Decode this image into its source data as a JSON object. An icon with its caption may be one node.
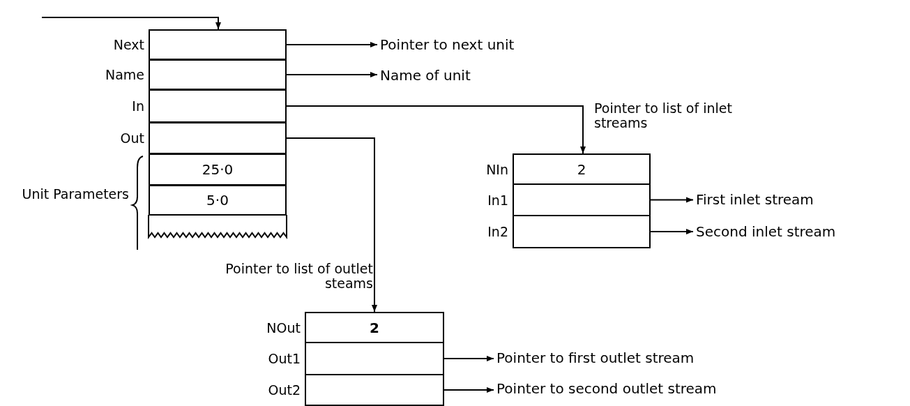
{
  "diagram": {
    "nodes": [
      {
        "text": [],
        "shape": "box",
        "beside": [
          "Next"
        ]
      },
      {
        "text": [],
        "shape": "box",
        "beside": [
          "Name"
        ]
      },
      {
        "text": [],
        "shape": "box",
        "beside": [
          "In"
        ]
      },
      {
        "text": [],
        "shape": "box",
        "beside": [
          "Out"
        ]
      },
      {
        "text": [
          "25·0"
        ]
      },
      {
        "text": [
          "5·0"
        ]
      },
      {
        "text": [
          "Pointer to next unit"
        ]
      },
      {
        "text": [
          "Name of unit"
        ]
      },
      {
        "text": [
          "2"
        ],
        "beside": [
          "NIn"
        ]
      },
      {
        "text": [],
        "shape": "box",
        "beside": [
          "In1"
        ]
      },
      {
        "text": [],
        "shape": "box",
        "beside": [
          "In2"
        ]
      },
      {
        "text": [
          "First inlet stream"
        ]
      },
      {
        "text": [
          "Second inlet stream"
        ]
      },
      {
        "text": [
          "2"
        ],
        "beside": [
          "NOut"
        ]
      },
      {
        "text": [],
        "shape": "box",
        "beside": [
          "Out1"
        ]
      },
      {
        "text": [],
        "shape": "box",
        "beside": [
          "Out2"
        ]
      },
      {
        "text": [
          "Pointer to first outlet stream"
        ]
      },
      {
        "text": [
          "Pointer to second outlet stream"
        ]
      }
    ],
    "edges": [
      {
        "from": null,
        "to": 0,
        "arrow": "to"
      },
      {
        "from": 0,
        "to": 6,
        "arrow": "to"
      },
      {
        "from": 1,
        "to": 7,
        "arrow": "to"
      },
      {
        "from": 2,
        "to": 8,
        "arrow": "to",
        "label": "Pointer to list of inlet streams"
      },
      {
        "from": 3,
        "to": 13,
        "arrow": "to",
        "label": "Pointer to list of outlet steams"
      },
      {
        "from": 9,
        "to": 11,
        "arrow": "to"
      },
      {
        "from": 10,
        "to": 12,
        "arrow": "to"
      },
      {
        "from": 14,
        "to": 16,
        "arrow": "to"
      },
      {
        "from": 15,
        "to": 17,
        "arrow": "to"
      }
    ],
    "labels": [
      "Unit Parameters"
    ]
  }
}
